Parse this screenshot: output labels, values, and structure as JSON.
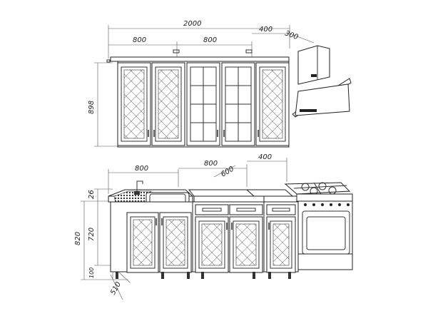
{
  "drawing": {
    "upper": {
      "total_width": "2000",
      "sections": [
        "800",
        "800",
        "400"
      ],
      "hood_depth": "300",
      "height": "898"
    },
    "lower": {
      "sections": [
        "800",
        "800",
        "400"
      ],
      "counter_depth": "600",
      "top_thickness": "26",
      "carcass_height": "720",
      "total_height": "820",
      "plinth_height": "100",
      "depth": "510"
    }
  }
}
